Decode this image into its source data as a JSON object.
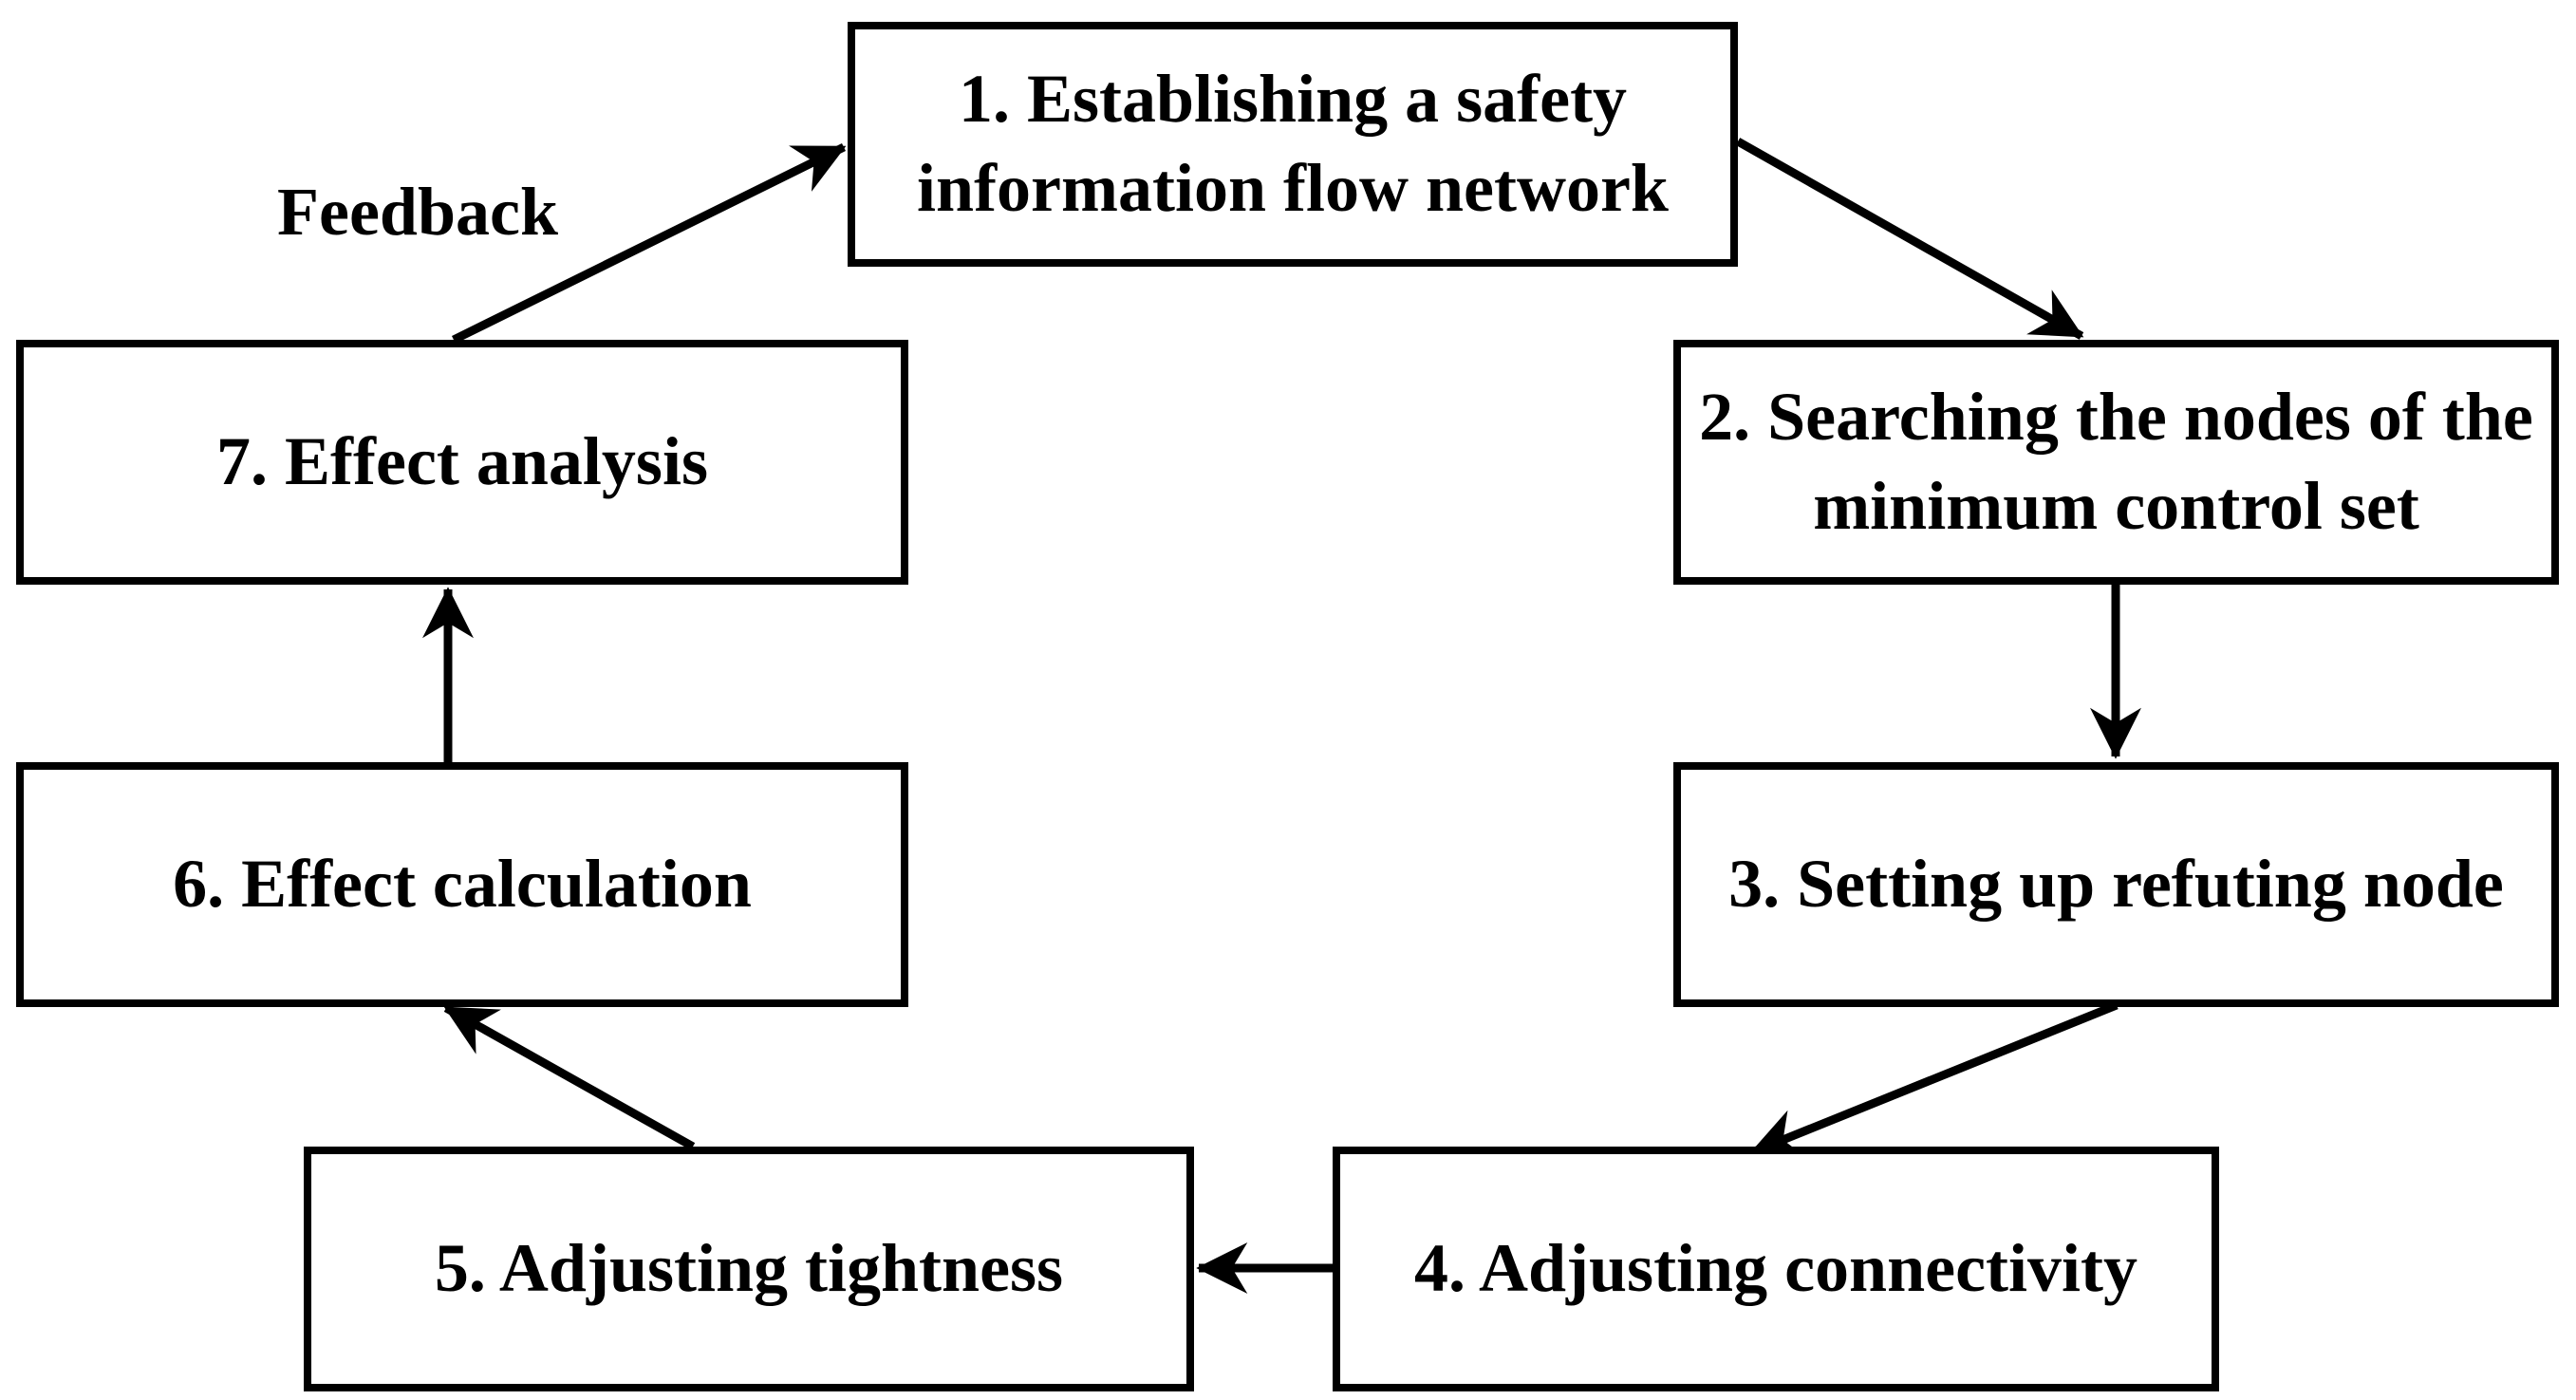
{
  "diagram": {
    "background_color": "#ffffff",
    "stroke_color": "#000000",
    "text_color": "#000000",
    "nodes": [
      {
        "id": "1",
        "label": "1. Establishing a safety information flow network"
      },
      {
        "id": "2",
        "label": "2. Searching the nodes of the minimum control set"
      },
      {
        "id": "3",
        "label": "3. Setting up refuting node"
      },
      {
        "id": "4",
        "label": "4. Adjusting connectivity"
      },
      {
        "id": "5",
        "label": "5. Adjusting tightness"
      },
      {
        "id": "6",
        "label": "6. Effect calculation"
      },
      {
        "id": "7",
        "label": "7. Effect analysis"
      }
    ],
    "edges": [
      {
        "from": "1",
        "to": "2",
        "label": ""
      },
      {
        "from": "2",
        "to": "3",
        "label": ""
      },
      {
        "from": "3",
        "to": "4",
        "label": ""
      },
      {
        "from": "4",
        "to": "5",
        "label": ""
      },
      {
        "from": "5",
        "to": "6",
        "label": ""
      },
      {
        "from": "6",
        "to": "7",
        "label": ""
      },
      {
        "from": "7",
        "to": "1",
        "label": "Feedback"
      }
    ]
  }
}
